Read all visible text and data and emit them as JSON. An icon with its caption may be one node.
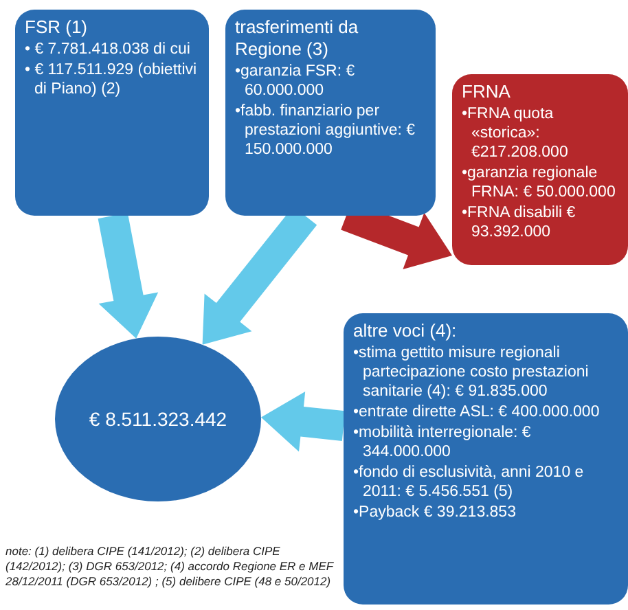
{
  "diagram": {
    "nodes": [
      {
        "text": [
          "FSR (1)",
          "• € 7.781.418.038 di cui",
          "• € 117.511.929 (obiettivi di Piano) (2)"
        ]
      },
      {
        "text": [
          "trasferimenti da Regione (3)",
          "•garanzia FSR: € 60.000.000",
          "•fabb. finanziario per prestazioni aggiuntive: € 150.000.000"
        ]
      },
      {
        "text": [
          "FRNA",
          "•FRNA quota «storica»: €217.208.000",
          "•garanzia regionale FRNA: € 50.000.000",
          "•FRNA disabili € 93.392.000"
        ]
      },
      {
        "text": [
          "€ 8.511.323.442"
        ]
      },
      {
        "text": [
          "altre voci (4):",
          "•stima gettito misure regionali partecipazione costo prestazioni sanitarie (4): € 91.835.000",
          "•entrate dirette ASL: € 400.000.000",
          "•mobilità interregionale: € 344.000.000",
          "•fondo di esclusività, anni 2010 e 2011: € 5.456.551 (5)",
          "•Payback € 39.213.853"
        ]
      }
    ],
    "edges": [
      {
        "from": 0,
        "to": 3,
        "arrow": "to"
      },
      {
        "from": 1,
        "to": 3,
        "arrow": "to"
      },
      {
        "from": 1,
        "to": 2,
        "arrow": "to",
        "color": "#b5282b"
      },
      {
        "from": 4,
        "to": 3,
        "arrow": "to"
      }
    ],
    "labels": [
      "note: (1) delibera CIPE (141/2012); (2) delibera CIPE (142/2012); (3)  DGR 653/2012; (4) accordo Regione ER e MEF 28/12/2011 (DGR 653/2012) ; (5) delibere CIPE (48 e 50/2012)"
    ]
  }
}
